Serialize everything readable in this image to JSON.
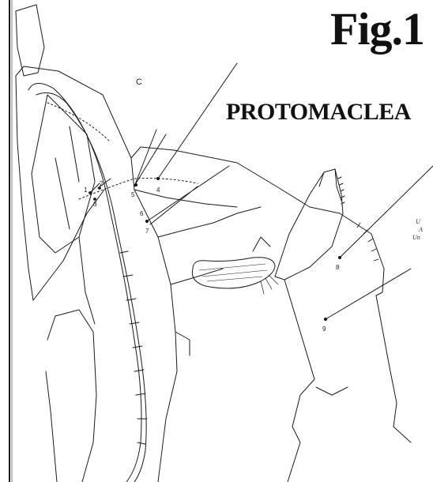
{
  "figure": {
    "title": "Fig.1",
    "genus_label": "PROTOMACLEA",
    "panel_letter": "C"
  },
  "labels": [
    "1",
    "2",
    "3",
    "4",
    "5",
    "6",
    "7",
    "8",
    "9"
  ],
  "side_notes": [
    "U",
    "A",
    "Un"
  ],
  "colors": {
    "ink": "#1a1a1a",
    "paper": "#ffffff"
  }
}
